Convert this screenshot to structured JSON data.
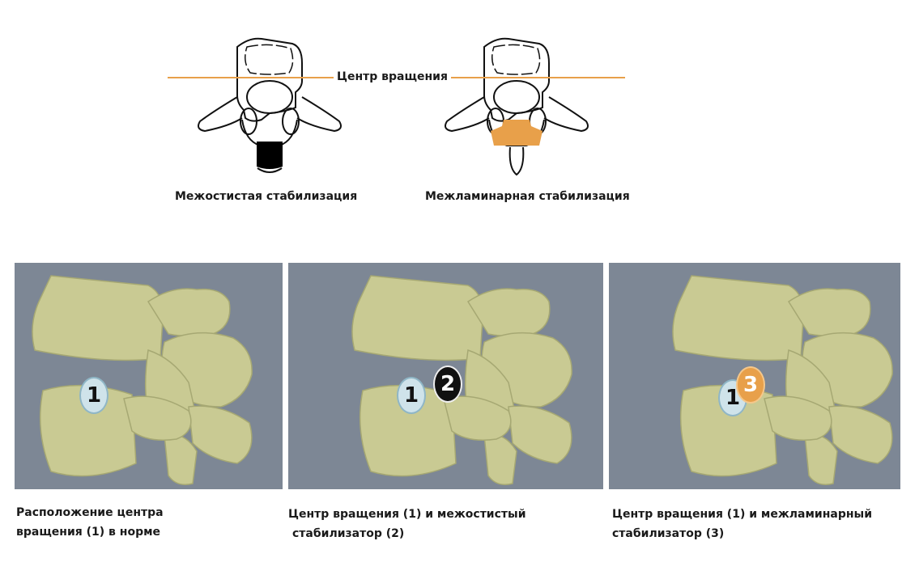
{
  "top": {
    "rotation_center_label": "Центр вращения",
    "left_caption": "Межостистая стабилизация",
    "right_caption": "Межламинарная стабилизация"
  },
  "panels": [
    {
      "markers": [
        "1"
      ],
      "caption_line1": "Расположение центра",
      "caption_line2": "вращения (1) в норме"
    },
    {
      "markers": [
        "1",
        "2"
      ],
      "caption_line1": "Центр вращения (1) и межостистый",
      "caption_line2": "стабилизатор (2)"
    },
    {
      "markers": [
        "1",
        "3"
      ],
      "caption_line1": "Центр вращения (1) и межламинарный",
      "caption_line2": "стабилизатор (3)"
    }
  ],
  "colors": {
    "orange": "#e8a04a",
    "bone": "#c9ca93",
    "background": "#7d8795"
  }
}
